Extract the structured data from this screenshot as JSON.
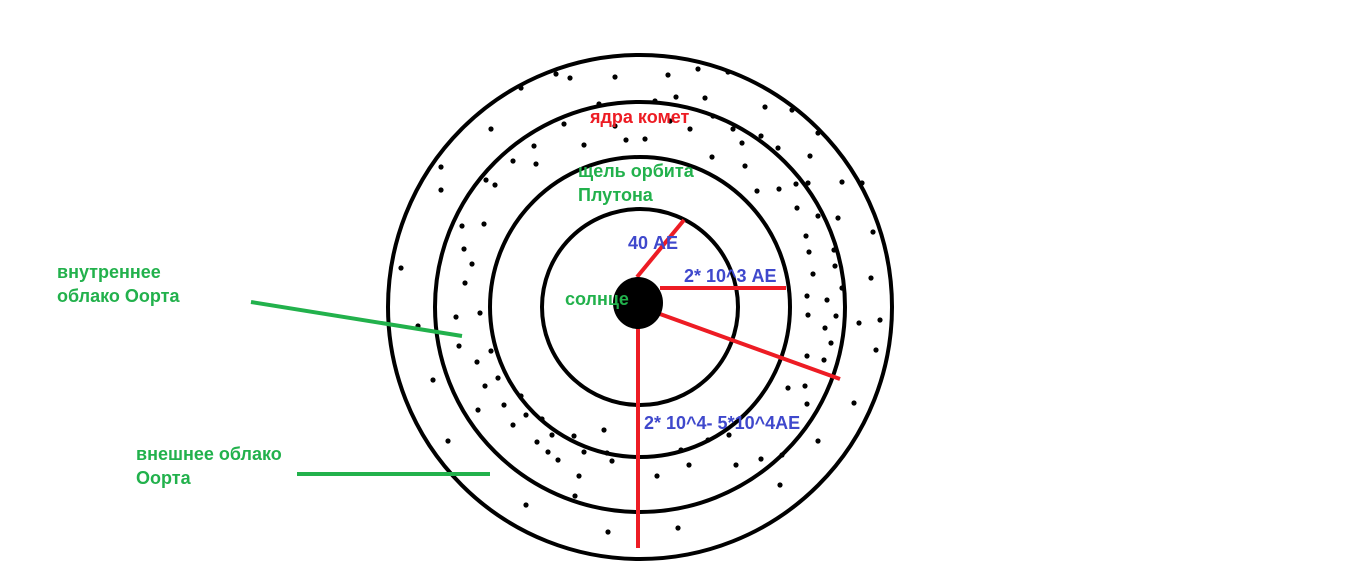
{
  "labels": {
    "comet_nuclei": "ядра комет",
    "pluto_gap_line1": "щель орбита",
    "pluto_gap_line2": "Плутона",
    "au_40": "40 АЕ",
    "au_2e3": "2* 10^3 АЕ",
    "sun": "солнце",
    "au_range": "2* 10^4- 5*10^4АЕ",
    "inner_cloud_line1": "внутреннее",
    "inner_cloud_line2": "облако Оорта",
    "outer_cloud_line1": "внешнее облако",
    "outer_cloud_line2": "Оорта"
  },
  "colors": {
    "green": "#22b14c",
    "red": "#ed1c24",
    "blue": "#3f48cc",
    "black": "#000000"
  }
}
